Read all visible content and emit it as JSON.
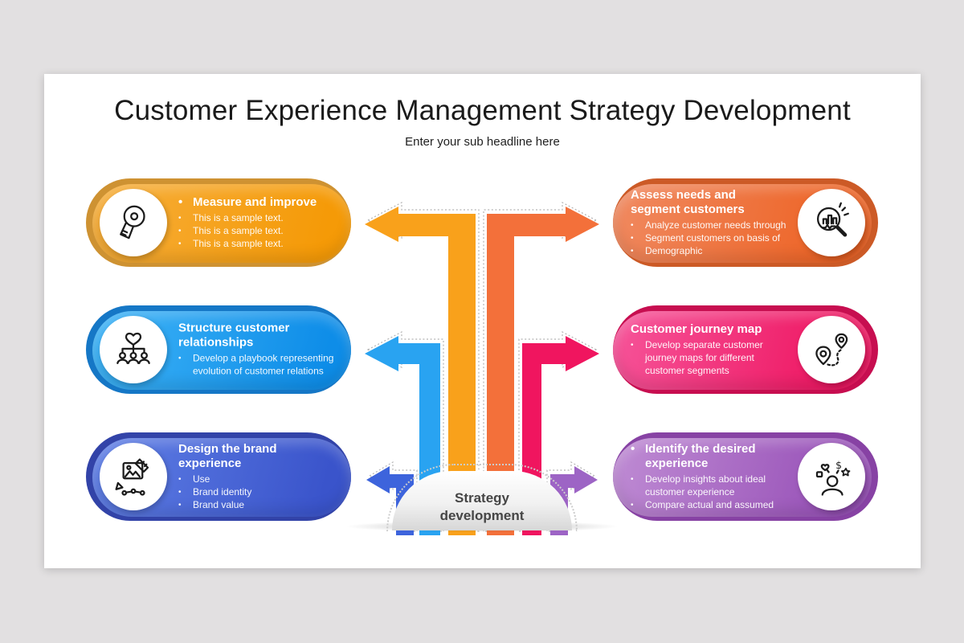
{
  "header": {
    "title": "Customer Experience Management Strategy Development",
    "subtitle": "Enter your sub headline here"
  },
  "center": {
    "dome": {
      "line1": "Strategy",
      "line2": "development"
    }
  },
  "ui": {
    "bullet_char": "•"
  },
  "colors": {
    "page_background": "#e2e0e1",
    "slide_background": "#ffffff",
    "dome_text": "#454545"
  },
  "cards": [
    {
      "position": "left-top",
      "title": "Measure and improve",
      "title_bullet": true,
      "bullets": [
        "This is a sample text.",
        "This is a sample text.",
        "This is a sample text."
      ],
      "icon": "measuring-tape-icon",
      "colors": {
        "front_from": "#F6AE3B",
        "front_to": "#F59A07",
        "back": "#CE9232"
      }
    },
    {
      "position": "left-middle",
      "title": "Structure customer relationships",
      "title_bullet": false,
      "bullets": [
        "Develop a playbook representing evolution of customer relations"
      ],
      "icon": "team-relationship-icon",
      "colors": {
        "front_from": "#3FB4F7",
        "front_to": "#0E8DE8",
        "back": "#1577C6"
      }
    },
    {
      "position": "left-bottom",
      "title": "Design the brand experience",
      "title_bullet": false,
      "bullets": [
        "Use",
        "Brand identity",
        "Brand value"
      ],
      "icon": "brand-design-icon",
      "colors": {
        "front_from": "#6080E6",
        "front_to": "#3A54CB",
        "back": "#3243A8"
      }
    },
    {
      "position": "right-top",
      "title": "Assess needs and segment customers",
      "title_bullet": false,
      "bullets": [
        "Analyze customer needs through",
        "Segment customers on basis of",
        "Demographic"
      ],
      "icon": "magnifier-analytics-icon",
      "colors": {
        "front_from": "#F08A61",
        "front_to": "#ED6223",
        "back": "#CC5A26"
      }
    },
    {
      "position": "right-middle",
      "title": "Customer journey map",
      "title_bullet": false,
      "bullets": [
        "Develop separate customer journey maps for different customer segments"
      ],
      "icon": "journey-map-icon",
      "colors": {
        "front_from": "#F6559A",
        "front_to": "#EE1560",
        "back": "#C70E50"
      }
    },
    {
      "position": "right-bottom",
      "title": "Identify the desired experience",
      "title_bullet": true,
      "bullets": [
        "Develop insights about ideal customer experience",
        "Compare actual and assumed"
      ],
      "icon": "desired-experience-icon",
      "colors": {
        "front_from": "#BF8CD4",
        "front_to": "#9750B7",
        "back": "#8742A4"
      }
    }
  ],
  "arrows": [
    {
      "name": "to-measure-and-improve",
      "color": "#F9A11B"
    },
    {
      "name": "to-assess-needs",
      "color": "#F3703A"
    },
    {
      "name": "to-structure-relationships",
      "color": "#29A3F1"
    },
    {
      "name": "to-customer-journey-map",
      "color": "#F0155F"
    },
    {
      "name": "to-brand-experience",
      "color": "#3D64DC"
    },
    {
      "name": "to-desired-experience",
      "color": "#9D64C5"
    }
  ]
}
